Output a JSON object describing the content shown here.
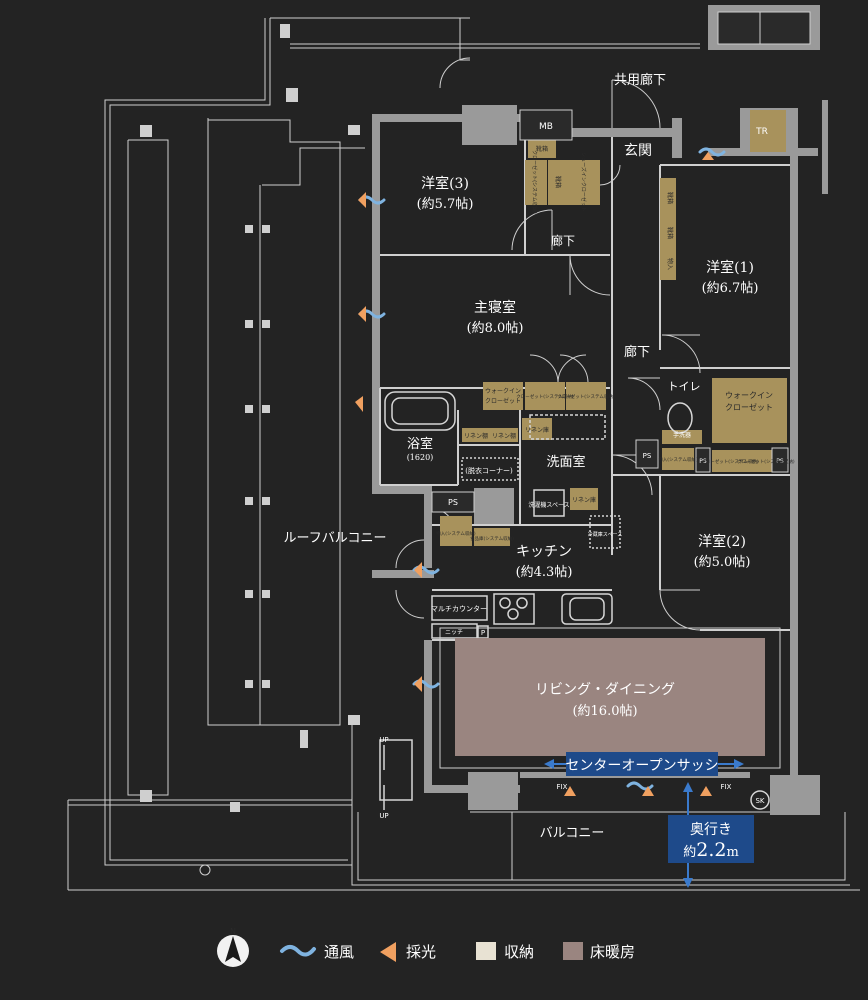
{
  "colors": {
    "background": "#232323",
    "wall": "#9a9a9a",
    "line": "#d6d6d6",
    "storage": "#a8925c",
    "floor_heating": "#9a8580",
    "sash_banner": "#1e4a8a",
    "depth_box": "#1e4a8a",
    "ventilation": "#7fb3e0",
    "lighting": "#f0a060"
  },
  "rooms": {
    "common_corridor": "共用廊下",
    "entrance": "玄関",
    "mb": "MB",
    "tr": "TR",
    "western3_name": "洋室(3)",
    "western3_size": "(約5.7帖)",
    "western1_name": "洋室(1)",
    "western1_size": "(約6.7帖)",
    "master_name": "主寝室",
    "master_size": "(約8.0帖)",
    "hall1": "廊下",
    "hall2": "廊下",
    "toilet": "トイレ",
    "bath_name": "浴室",
    "bath_size": "(1620)",
    "dressing_corner": "(脱衣コーナー)",
    "washroom": "洗面室",
    "kitchen_name": "キッチン",
    "kitchen_size": "(約4.3帖)",
    "western2_name": "洋室(2)",
    "western2_size": "(約5.0帖)",
    "roof_balcony": "ルーフバルコニー",
    "living_name": "リビング・ダイニング",
    "living_size": "(約16.0帖)",
    "balcony": "バルコニー",
    "ps1": "PS",
    "ps2": "PS",
    "ps3": "PS",
    "ps4": "PS",
    "sk": "SK",
    "up1": "UP",
    "up2": "UP",
    "fix1": "FIX",
    "fix2": "FIX",
    "multi_counter": "マルチカウンター",
    "niche": "ニッチ",
    "p_mark": "P",
    "laundry_space": "洗濯機スペース",
    "fridge_space": "冷蔵庫スペース",
    "hand_wash": "手洗器"
  },
  "storage_labels": {
    "closet_system": "クローゼット(システム収納)",
    "shoes_in_closet": "シューズインクローゼット",
    "shoe_box": "靴箱",
    "shoe_box_small": "靴箱",
    "shoe_box_hall1": "靴箱",
    "shoe_box_hall2": "靴箱",
    "item_hall": "物入",
    "walk_in_master_line1": "ウォークイン",
    "walk_in_master_line2": "クローゼット",
    "closet_m1": "クローゼット(システム収納)",
    "closet_m2": "クローゼット(システム収納)",
    "linen_shelf_left": "リネン棚",
    "linen_shelf_right": "リネン棚",
    "linen_storage_wash": "リネン庫",
    "linen_storage_kitchen": "リネン庫",
    "item_kitchen": "物入(システム収納)",
    "pantry": "食品庫(システム収納)",
    "walk_in_w1_line1": "ウォークイン",
    "walk_in_w1_line2": "クローゼット",
    "item_w2": "物入(システム収納)",
    "closet_w2a": "クローゼット(システム収納)",
    "closet_w2b": "クローゼット(システム収納)"
  },
  "banner": {
    "sash": "センターオープンサッシ",
    "depth_line1": "奥行き",
    "depth_line2_prefix": "約",
    "depth_line2_value": "2.2",
    "depth_line2_unit": "m"
  },
  "legend": {
    "north": "N",
    "items": [
      {
        "label": "通風",
        "icon": "ventilation-icon",
        "color": "#7fb3e0"
      },
      {
        "label": "採光",
        "icon": "lighting-icon",
        "color": "#f0a060"
      },
      {
        "label": "収納",
        "icon": "storage-swatch",
        "color": "#e8e2d3"
      },
      {
        "label": "床暖房",
        "icon": "floor-heating-swatch",
        "color": "#9a8580"
      }
    ]
  }
}
